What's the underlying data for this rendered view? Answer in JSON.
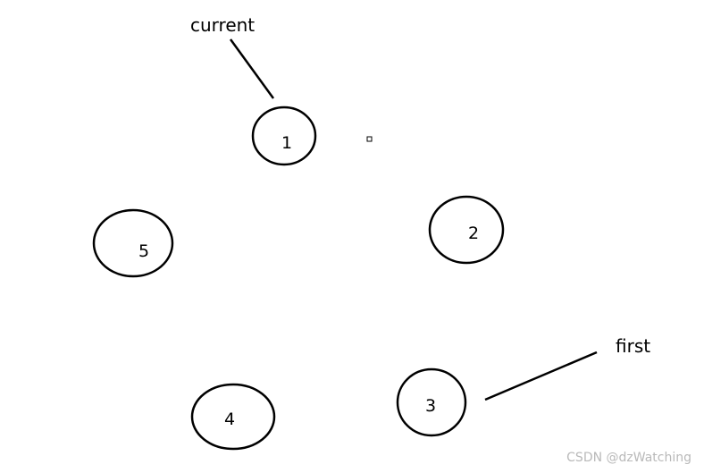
{
  "diagram": {
    "nodes": [
      {
        "id": "1",
        "label": "1"
      },
      {
        "id": "2",
        "label": "2"
      },
      {
        "id": "3",
        "label": "3"
      },
      {
        "id": "4",
        "label": "4"
      },
      {
        "id": "5",
        "label": "5"
      }
    ],
    "pointers": [
      {
        "id": "current",
        "label": "current",
        "target": "1"
      },
      {
        "id": "first",
        "label": "first",
        "target": "3"
      }
    ]
  },
  "watermark": "CSDN @dzWatching",
  "colors": {
    "stroke": "#000000",
    "background": "#ffffff",
    "watermark": "#b9b9b9"
  }
}
